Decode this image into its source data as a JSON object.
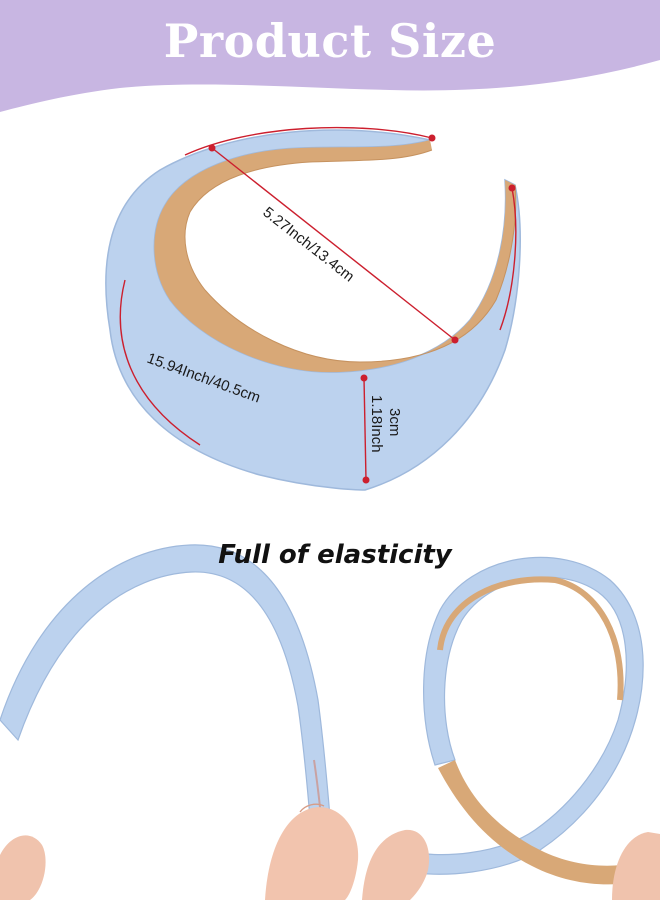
{
  "header": {
    "title": "Product Size"
  },
  "measurements": {
    "diameter": "5.27Inch/13.4cm",
    "circumference": "15.94Inch/40.5cm",
    "width_cm": "3cm",
    "width_in": "1.18Inch"
  },
  "section": {
    "caption": "Full of elasticity"
  },
  "colors": {
    "banner": "#c8b6e2",
    "band_fabric": "#bcd2ee",
    "band_lining": "#d8a877",
    "measure_line": "#cc1f2e"
  }
}
